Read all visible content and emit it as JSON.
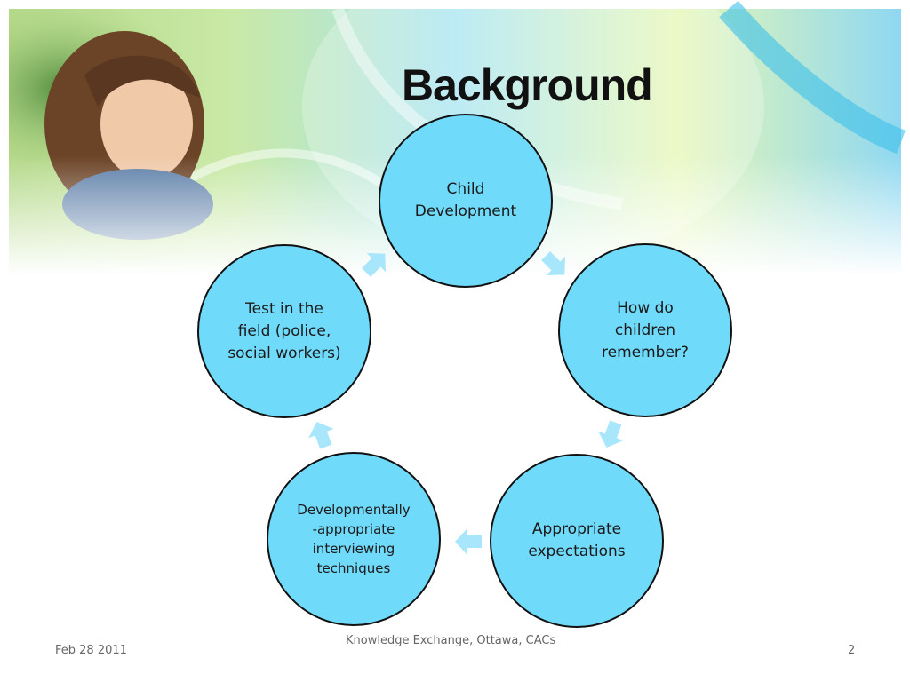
{
  "slide": {
    "title": "Background",
    "footer_left": "Feb 28 2011",
    "footer_center": "Knowledge Exchange, Ottawa, CACs",
    "page_number": "2"
  },
  "cycle": [
    {
      "label": "Child\nDevelopment"
    },
    {
      "label": "How do\nchildren\nremember?"
    },
    {
      "label": "Appropriate\nexpectations"
    },
    {
      "label": "Developmentally\n-appropriate\ninterviewing\ntechniques"
    },
    {
      "label": "Test in the\nfield (police,\nsocial workers)"
    }
  ],
  "colors": {
    "node_fill": "#70dafb",
    "arrow_fill": "#a8e6fb",
    "banner_accent": "#5fd0f3"
  }
}
